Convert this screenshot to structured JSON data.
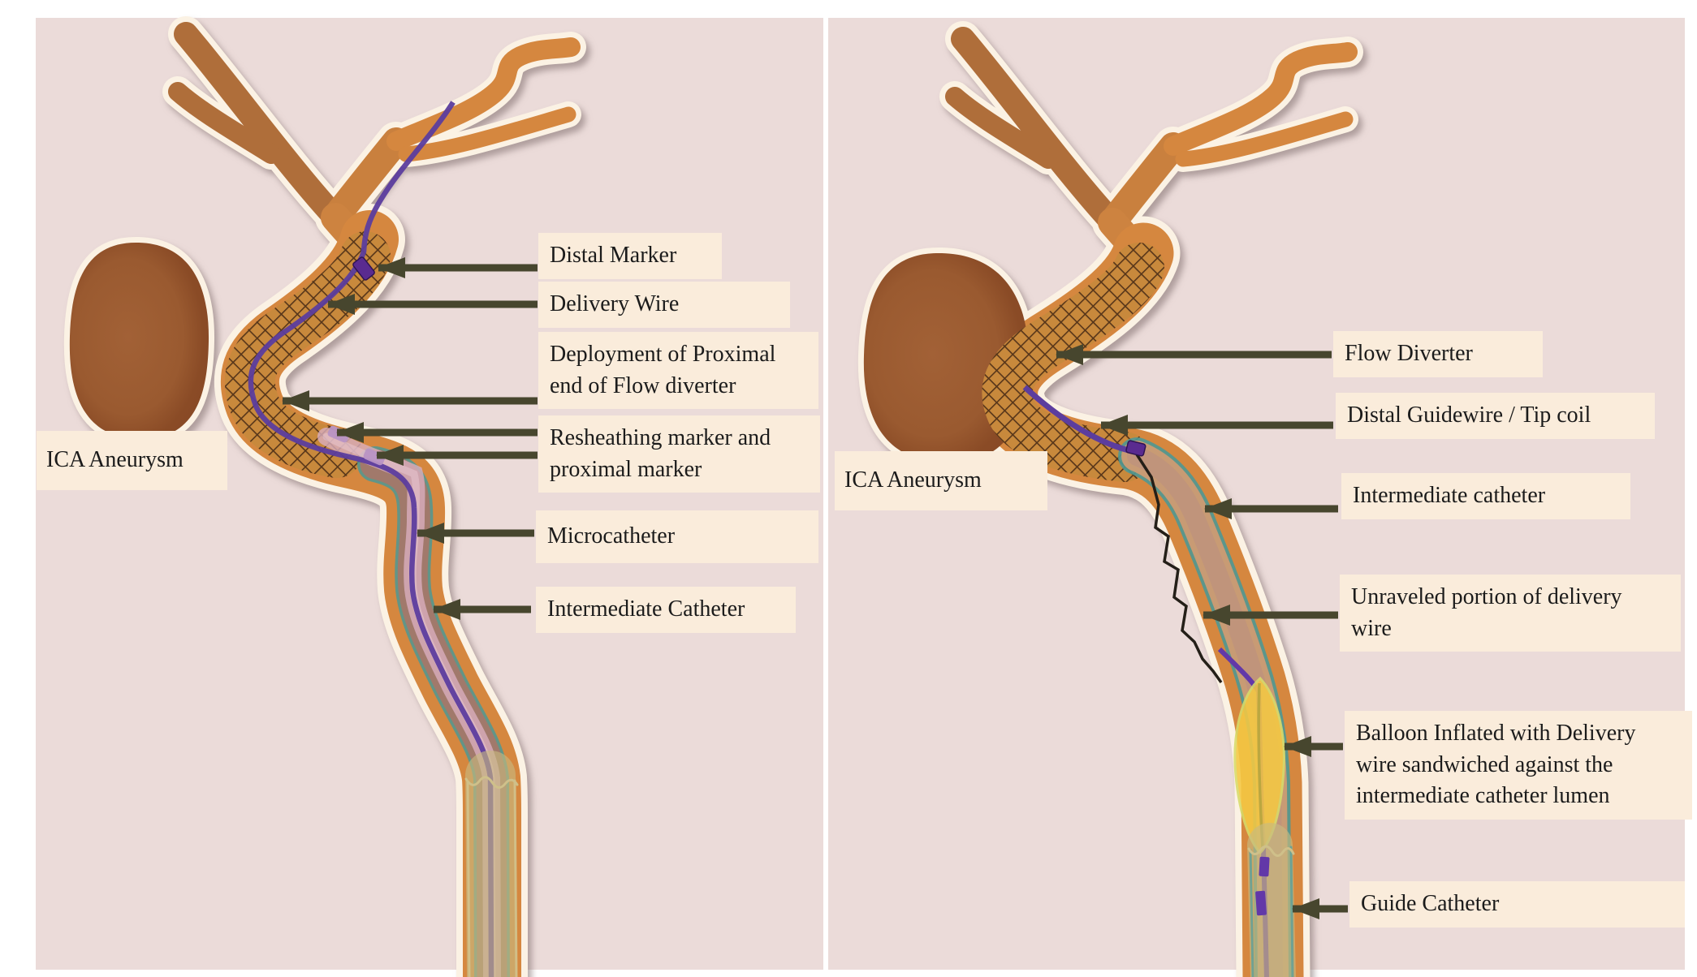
{
  "figure": {
    "type": "medical-illustration",
    "subject": "Flow diverter deployment in ICA aneurysm, two stages"
  },
  "palette": {
    "canvas_bg": "#ffffff",
    "panel_bg": "#ebdbd9",
    "label_bg": "#faecdb",
    "label_text": "#1b1b1b",
    "arrow": "#47462e",
    "artery_orange": "#d5873f",
    "branch_brown": "#af6e3a",
    "vessel_outline": "#fbf2e4",
    "aneurysm_dark": "#8a4b26",
    "aneurysm_light": "#a26136",
    "mesh_base": "#c8893c",
    "mesh_line": "#57361a",
    "delivery_wire_purple": "#5c3d9e",
    "marker_purple": "#5a2b90",
    "marker_light_purple": "#b893c4",
    "microcatheter_pink": "#d9aebe",
    "intermediate_mauve": "#a1796b",
    "catheter_teal": "#4e9894",
    "intermediate_tan": "#c89b74",
    "guide_catheter_khaki": "#c8ba80",
    "balloon_yellow": "#f5c943",
    "balloon_outline": "#d8dc6a",
    "unraveled_wire_black": "#241f18"
  },
  "left_panel": {
    "aneurysm_label": {
      "lines": [
        "ICA Aneurysm"
      ]
    },
    "labels": [
      {
        "name": "distal-marker",
        "lines": [
          "Distal Marker"
        ]
      },
      {
        "name": "delivery-wire",
        "lines": [
          "Delivery Wire"
        ]
      },
      {
        "name": "deployment-proximal-end",
        "lines": [
          "Deployment of Proximal",
          "end of Flow diverter"
        ]
      },
      {
        "name": "resheathing-proximal-marker",
        "lines": [
          "Resheathing marker and",
          "proximal marker"
        ]
      },
      {
        "name": "microcatheter",
        "lines": [
          "Microcatheter"
        ]
      },
      {
        "name": "intermediate-catheter",
        "lines": [
          "Intermediate Catheter"
        ]
      }
    ]
  },
  "right_panel": {
    "aneurysm_label": {
      "lines": [
        "ICA Aneurysm"
      ]
    },
    "labels": [
      {
        "name": "flow-diverter",
        "lines": [
          "Flow Diverter"
        ]
      },
      {
        "name": "distal-guidewire-tip-coil",
        "lines": [
          "Distal Guidewire / Tip coil"
        ]
      },
      {
        "name": "intermediate-catheter",
        "lines": [
          "Intermediate catheter"
        ]
      },
      {
        "name": "unraveled-delivery-wire",
        "lines": [
          "Unraveled portion of delivery",
          "wire"
        ]
      },
      {
        "name": "balloon-inflated",
        "lines": [
          "Balloon Inflated with Delivery",
          "wire sandwiched against the",
          "intermediate catheter lumen"
        ]
      },
      {
        "name": "guide-catheter",
        "lines": [
          "Guide Catheter"
        ]
      }
    ]
  }
}
